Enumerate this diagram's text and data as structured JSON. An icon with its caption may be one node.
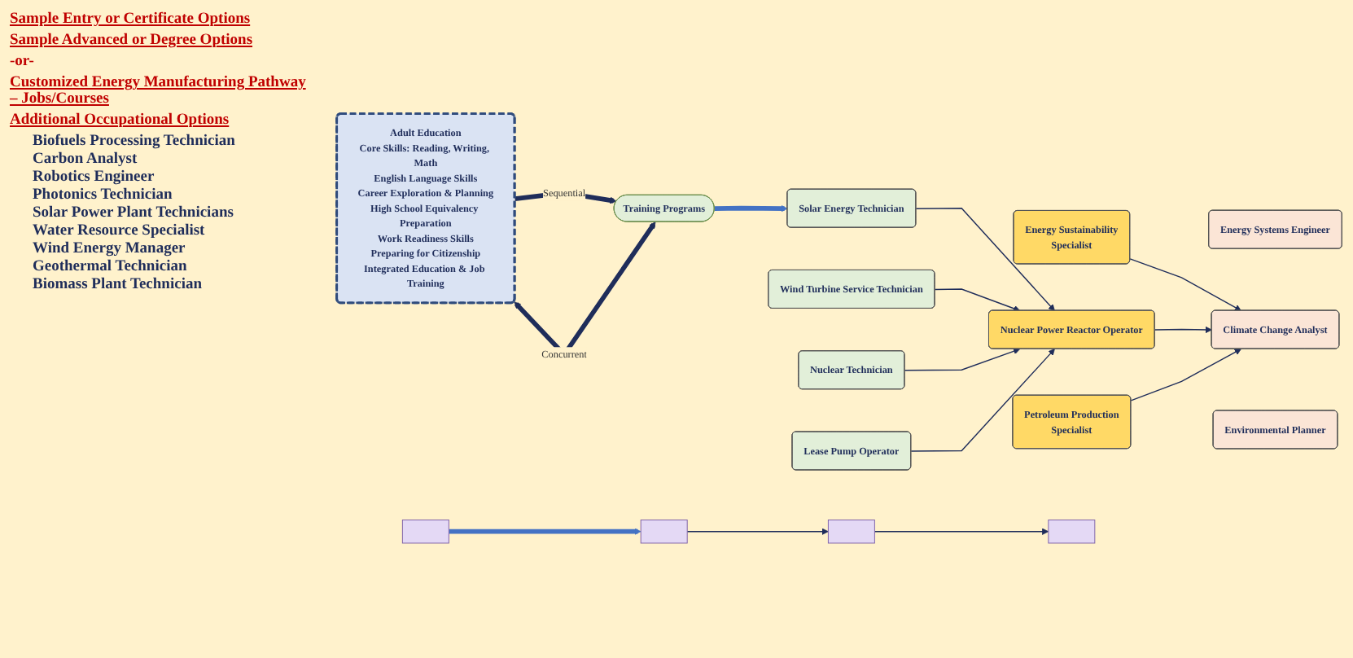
{
  "diagram": {
    "nodes": [
      {
        "text": [
          "Training Programs"
        ]
      },
      {
        "text": [
          "Adult Education",
          "Core Skills: Reading, Writing, Math",
          "English Language Skills",
          "Career Exploration & Planning",
          "High School Equivalency Preparation",
          "Work Readiness Skills",
          "Preparing for Citizenship",
          "Integrated Education & Job Training"
        ]
      },
      {
        "text": [
          "Solar Energy Technician"
        ]
      },
      {
        "text": [
          "Wind Turbine Service Technician"
        ]
      },
      {
        "text": [
          "Nuclear Technician"
        ]
      },
      {
        "text": [
          "Lease Pump Operator"
        ]
      },
      {
        "text": [
          "Energy Sustainability Specialist"
        ]
      },
      {
        "text": [
          "Nuclear Power Reactor Operator"
        ]
      },
      {
        "text": [
          "Petroleum Production Specialist"
        ]
      },
      {
        "text": [
          "Energy Systems Engineer"
        ]
      },
      {
        "text": [
          "Climate Change Analyst"
        ]
      },
      {
        "text": [
          "Environmental Planner"
        ]
      },
      {
        "text": [],
        "shape": "box"
      },
      {
        "text": [],
        "shape": "box"
      },
      {
        "text": [],
        "shape": "box"
      },
      {
        "text": [],
        "shape": "box"
      }
    ],
    "edges": [
      {
        "from": 1,
        "to": 0,
        "arrow": "to",
        "style": "thick",
        "label": "Sequential"
      },
      {
        "from": 0,
        "to": 1,
        "arrow": "both",
        "style": "thick",
        "label": "Concurrent"
      },
      {
        "from": 0,
        "to": 2,
        "arrow": "to",
        "style": "thick",
        "color": "#4472c4"
      },
      {
        "from": 2,
        "to": 7,
        "arrow": "to"
      },
      {
        "from": 3,
        "to": 7,
        "arrow": "to"
      },
      {
        "from": 4,
        "to": 7,
        "arrow": "to"
      },
      {
        "from": 5,
        "to": 7,
        "arrow": "to"
      },
      {
        "from": 6,
        "to": 10,
        "arrow": "to"
      },
      {
        "from": 7,
        "to": 10,
        "arrow": "to"
      },
      {
        "from": 8,
        "to": 10,
        "arrow": "to"
      },
      {
        "from": 12,
        "to": 13,
        "arrow": "to",
        "style": "thick",
        "color": "#4472c4"
      },
      {
        "from": 13,
        "to": 14,
        "arrow": "to"
      },
      {
        "from": 14,
        "to": 15,
        "arrow": "to"
      }
    ],
    "labels": [
      "Sample Entry or Certificate Options",
      "Sample Advanced or Degree Options",
      "-or-",
      "Customized Energy Manufacturing Pathway – Jobs/Courses",
      "Additional Occupational Options",
      "Biofuels Processing Technician",
      "Carbon Analyst",
      "Robotics Engineer",
      "Photonics Technician",
      "Solar Power Plant Technicians",
      "Water Resource Specialist",
      "Wind Energy Manager",
      "Geothermal Technician",
      "Biomass Plant Technician"
    ]
  }
}
